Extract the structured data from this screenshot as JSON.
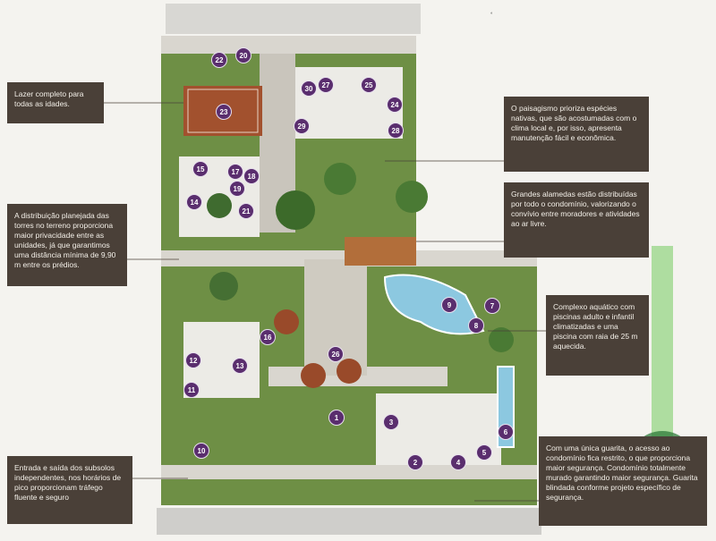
{
  "callouts": {
    "leisure": "Lazer completo para todas as idades.",
    "towers": "A distribuição planejada das torres no terreno proporciona maior privacidade entre as unidades, já que garantimos uma distância mínima de 9,90 m entre os prédios.",
    "entrance": "Entrada e saída dos subsolos independentes, nos horários de pico proporcionam tráfego fluente e seguro",
    "landscape": "O paisagismo prioriza espécies nativas, que são acostumadas com o clima local e, por isso, apresenta manutenção fácil e econômica.",
    "alleys": "Grandes alamedas estão distribuídas por todo o condomínio, valorizando o convívio entre moradores e atividades ao ar livre.",
    "aquatic": "Complexo aquático com piscinas adulto e infantil climatizadas e uma piscina com raia de 25 m aquecida.",
    "security": "Com uma única guarita, o acesso ao condomínio fica restrito, o que proporciona maior segurança. Condomínio totalmente murado garantindo maior segurança. Guarita blindada conforme projeto específico de segurança."
  },
  "pins": [
    "1",
    "2",
    "3",
    "4",
    "5",
    "6",
    "7",
    "8",
    "9",
    "10",
    "11",
    "12",
    "13",
    "14",
    "15",
    "16",
    "17",
    "18",
    "19",
    "20",
    "21",
    "22",
    "23",
    "24",
    "25",
    "26",
    "27",
    "28",
    "29",
    "30"
  ],
  "colors": {
    "callout_bg": "#4a4038",
    "pin": "#5a2e6e",
    "grass": "#7a9a4a",
    "path": "#d9d6cf",
    "pool": "#8cc8e0"
  }
}
